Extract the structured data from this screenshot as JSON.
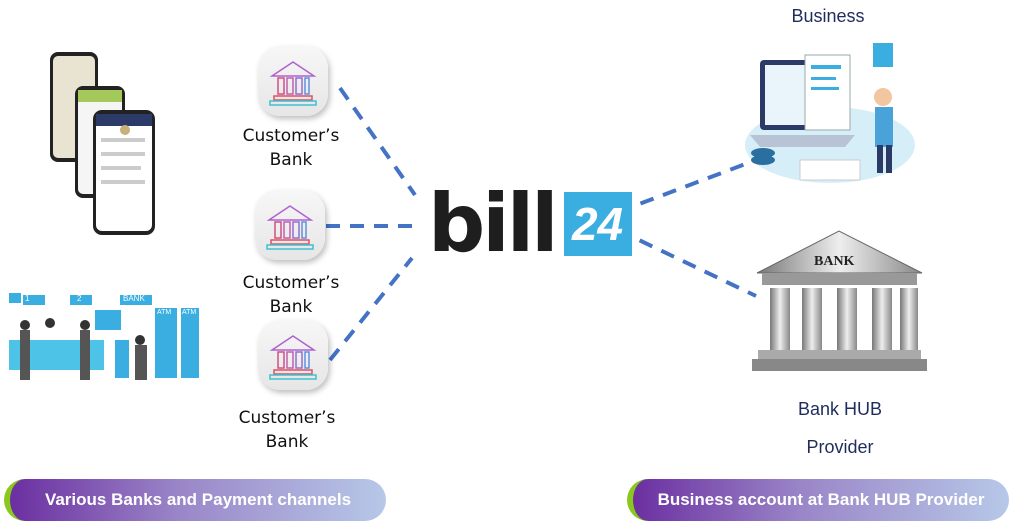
{
  "left": {
    "bank_label_line1": "Customer’s",
    "bank_label_line2": "Bank",
    "lobby_signs": [
      "1",
      "2",
      "BANK",
      "ATM",
      "ATM"
    ]
  },
  "center": {
    "logo_text": "bill",
    "logo_badge": "24"
  },
  "right": {
    "business_title": "Business",
    "bank_sign": "BANK",
    "hub_line1": "Bank HUB",
    "hub_line2": "Provider"
  },
  "footer": {
    "left_pill": "Various Banks and Payment channels",
    "right_pill": "Business account at Bank HUB Provider"
  },
  "colors": {
    "dash": "#4472c4",
    "logo_blue": "#3aaee0",
    "pill_purple": "#6b2fa0",
    "pill_green": "#8cc71e",
    "title_navy": "#1f2d5c"
  }
}
